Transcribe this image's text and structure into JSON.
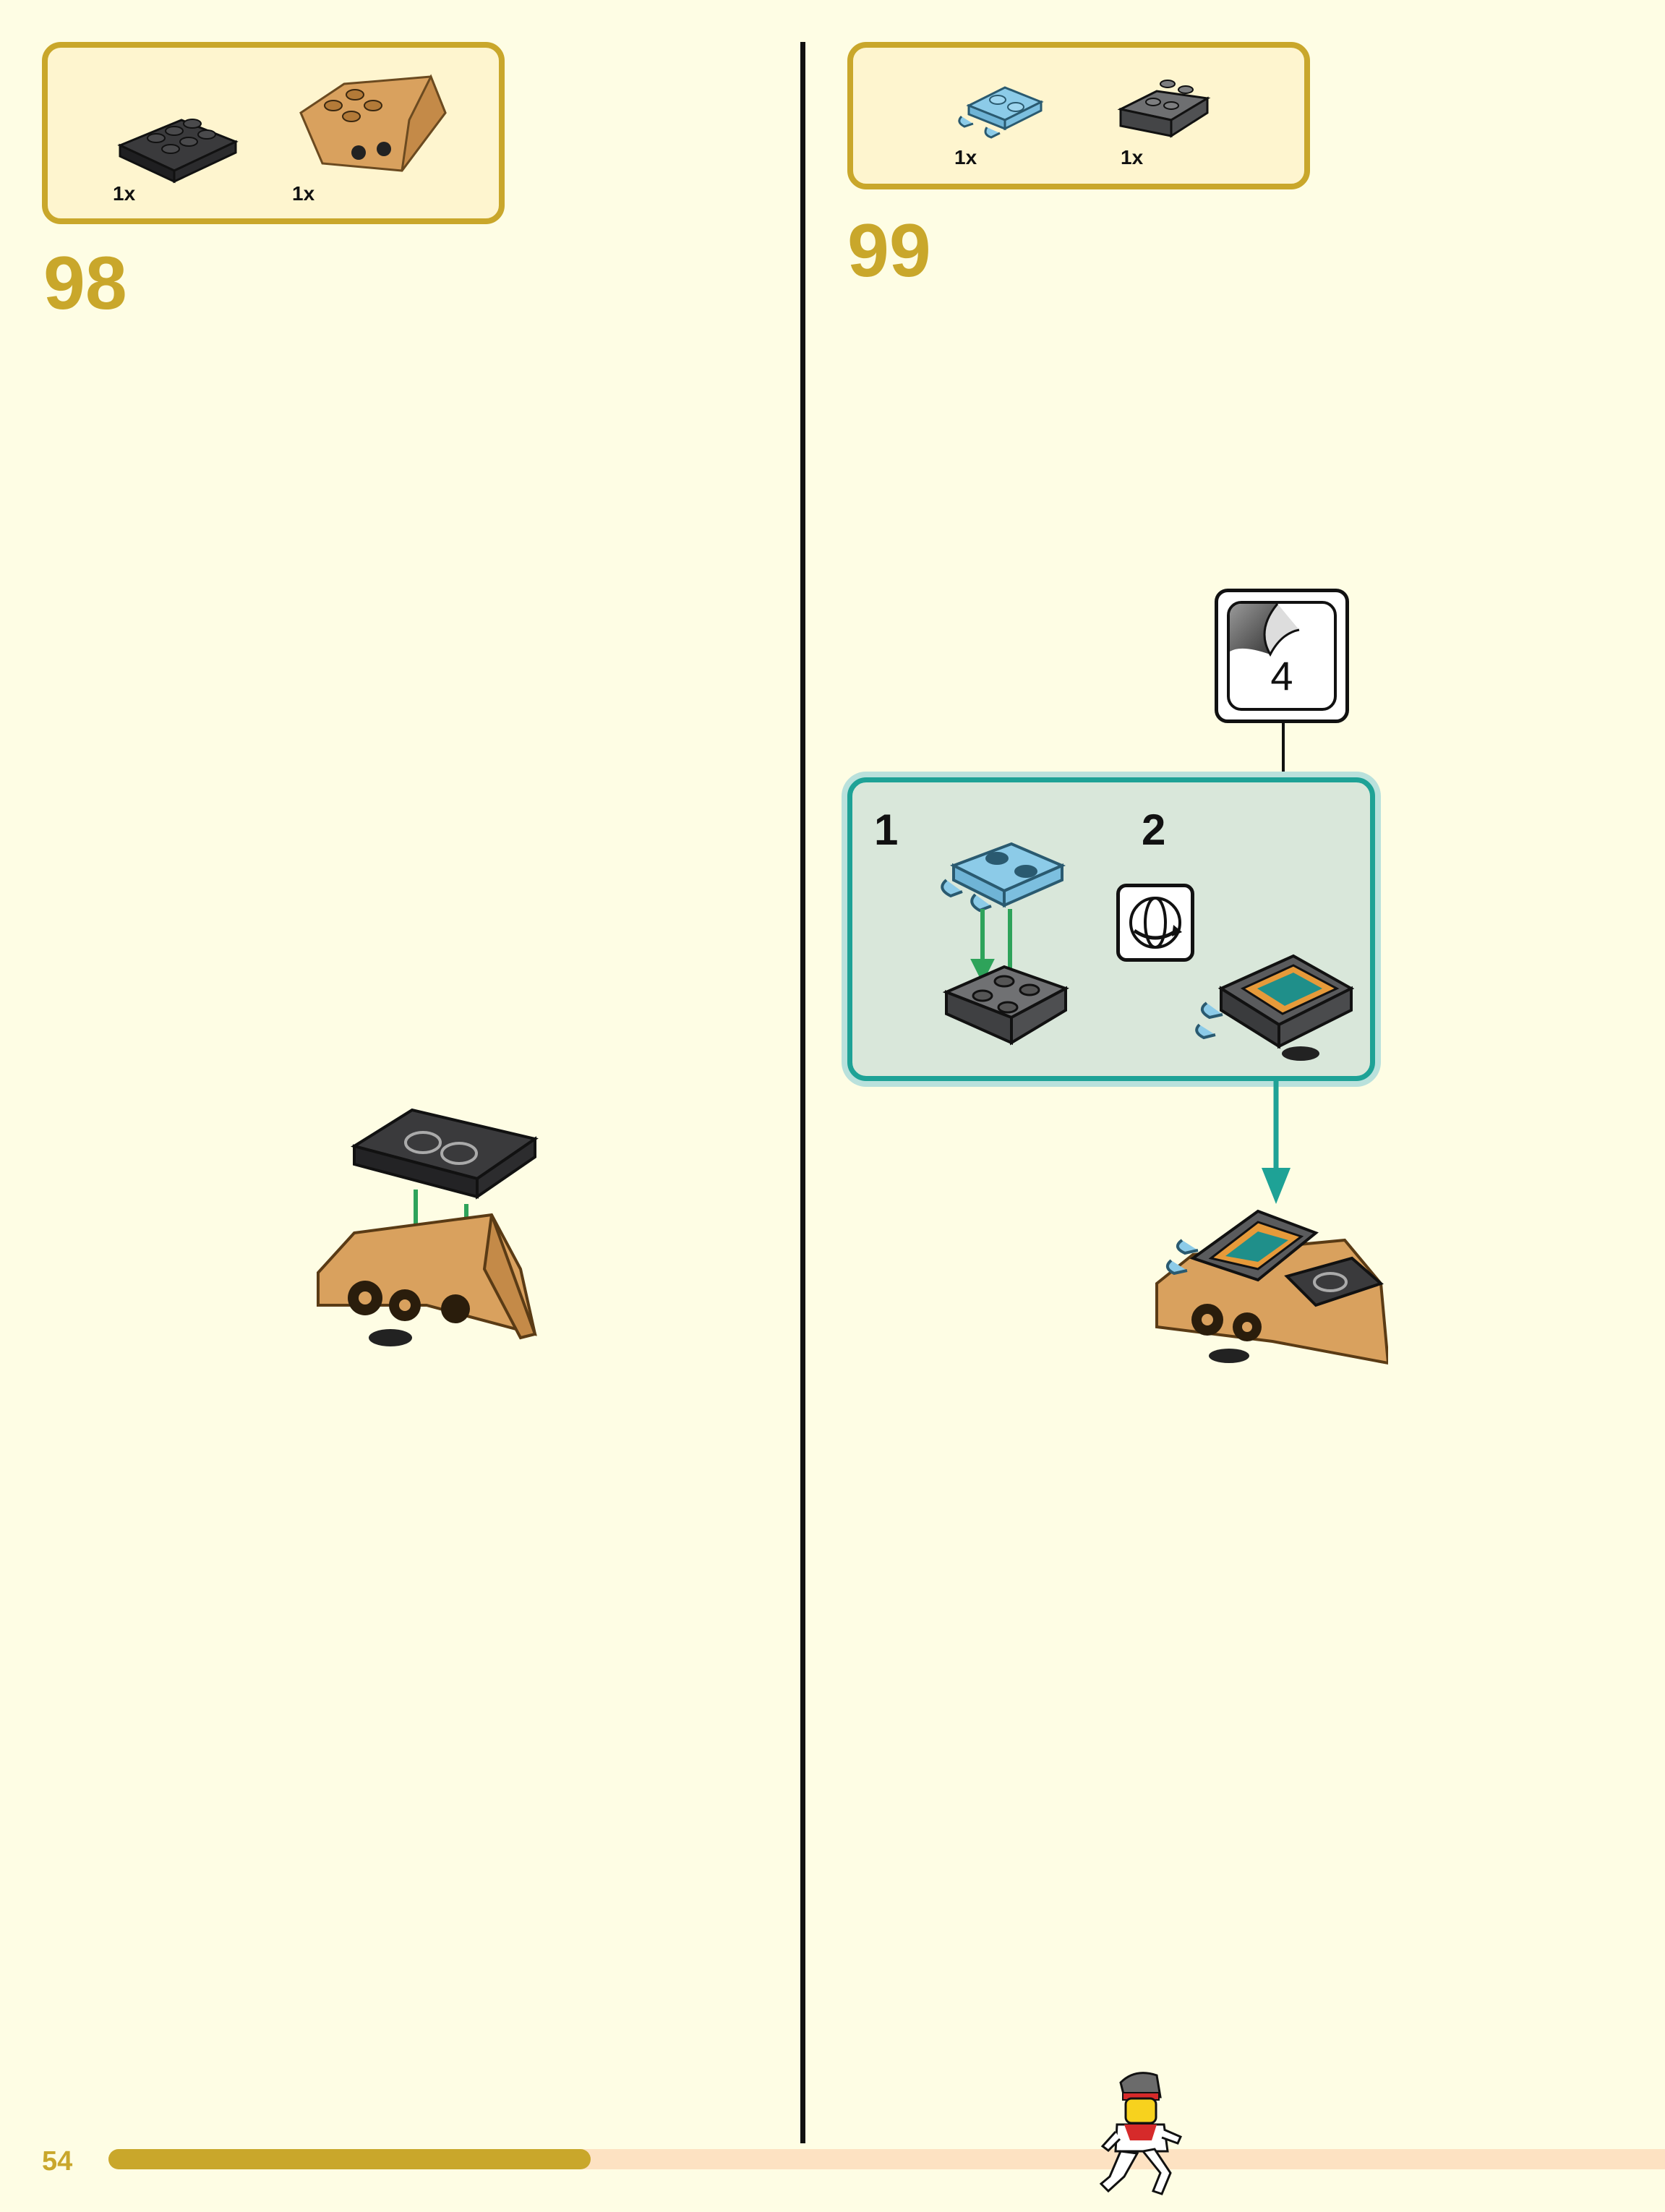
{
  "steps": [
    {
      "number": "98",
      "parts": [
        {
          "qty": "1x",
          "icon": "black-2x3-plate-icon",
          "color": "#2e2e30"
        },
        {
          "qty": "1x",
          "icon": "tan-wedge-piece-icon",
          "color": "#d9a15e"
        }
      ]
    },
    {
      "number": "99",
      "parts": [
        {
          "qty": "1x",
          "icon": "light-blue-clip-plate-icon",
          "color": "#8ccbe8"
        },
        {
          "qty": "1x",
          "icon": "dark-grey-slope-icon",
          "color": "#5e5f61"
        }
      ],
      "subassembly": {
        "steps": [
          "1",
          "2"
        ],
        "rotate_icon": "rotate-icon"
      },
      "sticker": {
        "number": "4"
      }
    }
  ],
  "page": {
    "number": "54",
    "progress": 0.31
  },
  "colors": {
    "accent": "#c9a72b",
    "background": "#fefde4",
    "teal": "#1ea296",
    "arrow_green": "#2ea35a"
  }
}
